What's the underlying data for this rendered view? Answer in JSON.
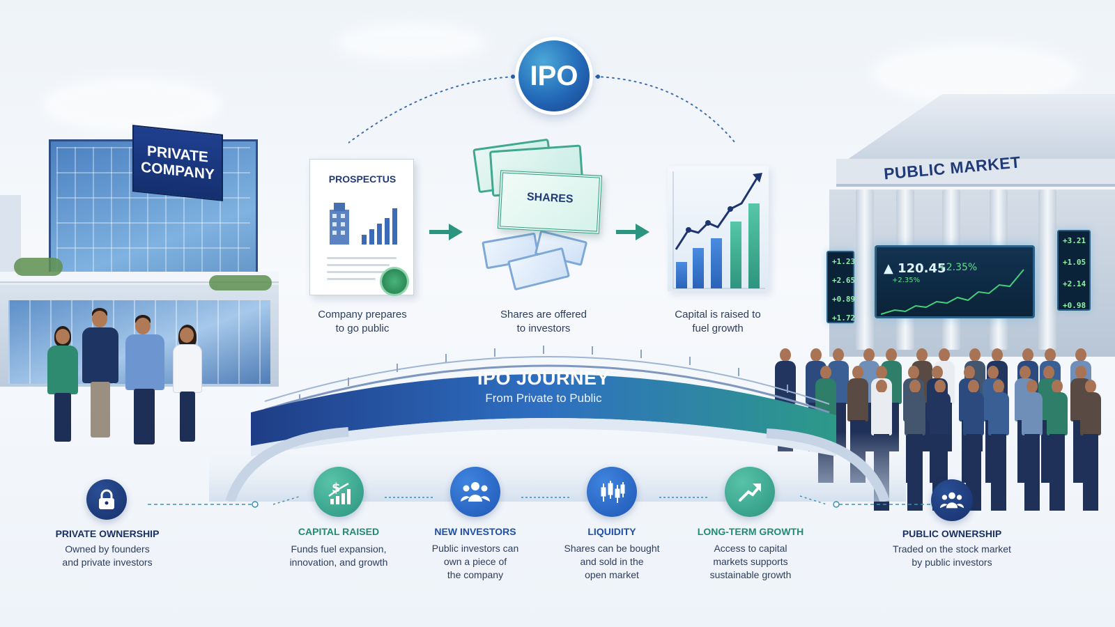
{
  "center_badge": "IPO",
  "private_building": {
    "sign": "PRIVATE COMPANY"
  },
  "public_building": {
    "sign": "PUBLIC MARKET"
  },
  "market_board": {
    "price": "▲ 120.45",
    "change": "+2.35%",
    "sub_change": "+2.35%",
    "tickers_left": [
      "+1.23",
      "+2.65",
      "+0.89",
      "+1.72"
    ],
    "tickers_right": [
      "+3.21",
      "+1.05",
      "+2.14",
      "+0.98"
    ]
  },
  "steps": [
    {
      "card_label": "PROSPECTUS",
      "caption_line1": "Company prepares",
      "caption_line2": "to go public"
    },
    {
      "card_label": "SHARES",
      "caption_line1": "Shares are offered",
      "caption_line2": "to investors"
    },
    {
      "card_label": "",
      "caption_line1": "Capital is raised to",
      "caption_line2": "fuel growth"
    }
  ],
  "bridge": {
    "title": "IPO JOURNEY",
    "subtitle": "From Private to Public"
  },
  "features": [
    {
      "icon": "lock-icon",
      "title": "PRIVATE OWNERSHIP",
      "desc": [
        "Owned by founders",
        "and private investors"
      ]
    },
    {
      "icon": "dollar-growth-icon",
      "title": "CAPITAL RAISED",
      "desc": [
        "Funds fuel expansion,",
        "innovation, and growth"
      ]
    },
    {
      "icon": "people-group-icon",
      "title": "NEW INVESTORS",
      "desc": [
        "Public investors can",
        "own a piece of",
        "the company"
      ]
    },
    {
      "icon": "candlestick-icon",
      "title": "LIQUIDITY",
      "desc": [
        "Shares can be bought",
        "and sold in the",
        "open market"
      ]
    },
    {
      "icon": "growth-arrow-icon",
      "title": "LONG-TERM GROWTH",
      "desc": [
        "Access to capital",
        "markets supports",
        "sustainable growth"
      ]
    },
    {
      "icon": "people-group-icon",
      "title": "PUBLIC OWNERSHIP",
      "desc": [
        "Traded on the stock market",
        "by public investors"
      ]
    }
  ],
  "colors": {
    "navy": "#1c2f62",
    "teal": "#2d947f",
    "blue": "#2058b6",
    "accent_green": "#5fe08a"
  }
}
